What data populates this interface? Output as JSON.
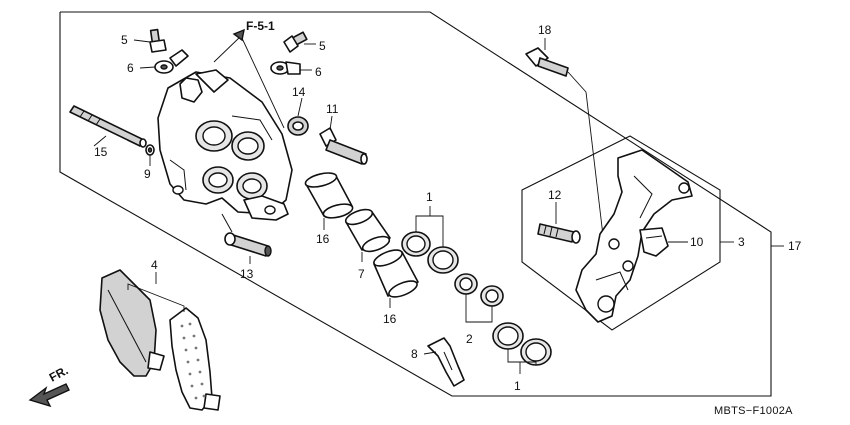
{
  "reference_label": "F-5-1",
  "diagram_code": "MBTS−F1002A",
  "direction_label": "FR.",
  "callouts": {
    "n1a": "1",
    "n1b": "1",
    "n2": "2",
    "n3": "3",
    "n4": "4",
    "n5a": "5",
    "n5b": "5",
    "n6a": "6",
    "n6b": "6",
    "n7": "7",
    "n8": "8",
    "n9": "9",
    "n10": "10",
    "n11": "11",
    "n12": "12",
    "n13": "13",
    "n14": "14",
    "n15": "15",
    "n16a": "16",
    "n16b": "16",
    "n17": "17",
    "n18": "18"
  }
}
